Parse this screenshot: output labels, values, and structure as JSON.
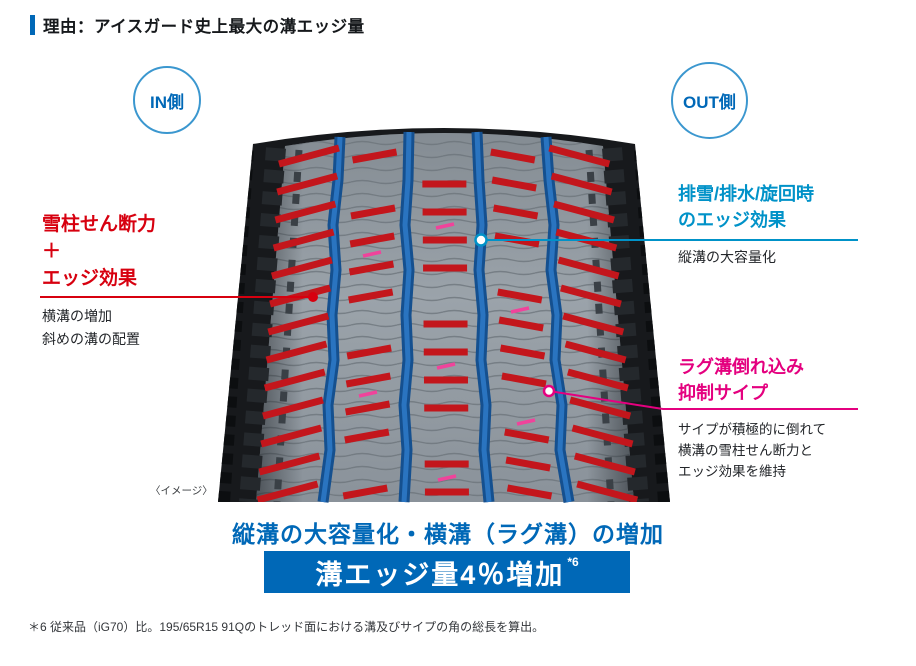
{
  "colors": {
    "brand": "#0068b7",
    "red": "#d7000f",
    "blue": "#0092c8",
    "magenta": "#e4007f"
  },
  "header": {
    "title": "理由：アイスガード史上最大の溝エッジ量"
  },
  "tire": {
    "in_label": "IN側",
    "out_label": "OUT側",
    "image_note": "〈イメージ〉"
  },
  "annotations": {
    "shear": {
      "line1": "雪柱せん断力",
      "line2": "＋",
      "line3": "エッジ効果",
      "body1": "横溝の増加",
      "body2": "斜めの溝の配置"
    },
    "drainage": {
      "line1": "排雪/排水/旋回時",
      "line2": "のエッジ効果",
      "body1": "縦溝の大容量化"
    },
    "sipe": {
      "line1": "ラグ溝倒れ込み",
      "line2": "抑制サイプ",
      "body1": "サイプが積極的に倒れて",
      "body2": "横溝の雪柱せん断力と",
      "body3": "エッジ効果を維持"
    }
  },
  "summary": {
    "heading": "縦溝の大容量化・横溝（ラグ溝）の増加",
    "banner_text": "溝エッジ量4％増加",
    "banner_note": "*6"
  },
  "footnote": "＊6 従来品（iG70）比。195/65R15 91Qのトレッド面における溝及びサイプの角の総長を算出。"
}
